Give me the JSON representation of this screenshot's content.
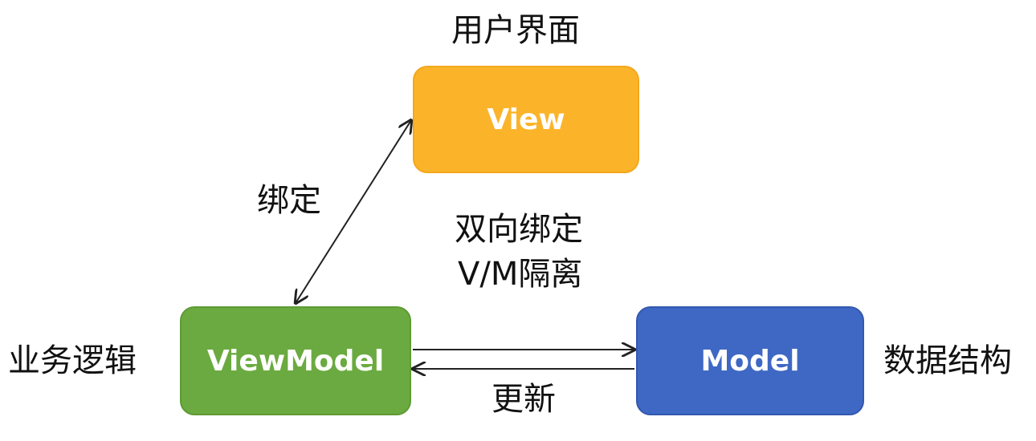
{
  "nodes": {
    "view": {
      "label": "View",
      "caption": "用户界面",
      "color": "#FBB42A",
      "border": "#F3A81C"
    },
    "viewmodel": {
      "label": "ViewModel",
      "caption": "业务逻辑",
      "color": "#6BAA40",
      "border": "#5E9A35"
    },
    "model": {
      "label": "Model",
      "caption": "数据结构",
      "color": "#3E68C4",
      "border": "#3359AE"
    }
  },
  "edges": {
    "binding": {
      "label": "绑定"
    },
    "update": {
      "label": "更新"
    }
  },
  "center_note": {
    "line1": "双向绑定",
    "line2": "V/M隔离"
  },
  "colors": {
    "arrow": "#222222",
    "text": "#111111"
  }
}
